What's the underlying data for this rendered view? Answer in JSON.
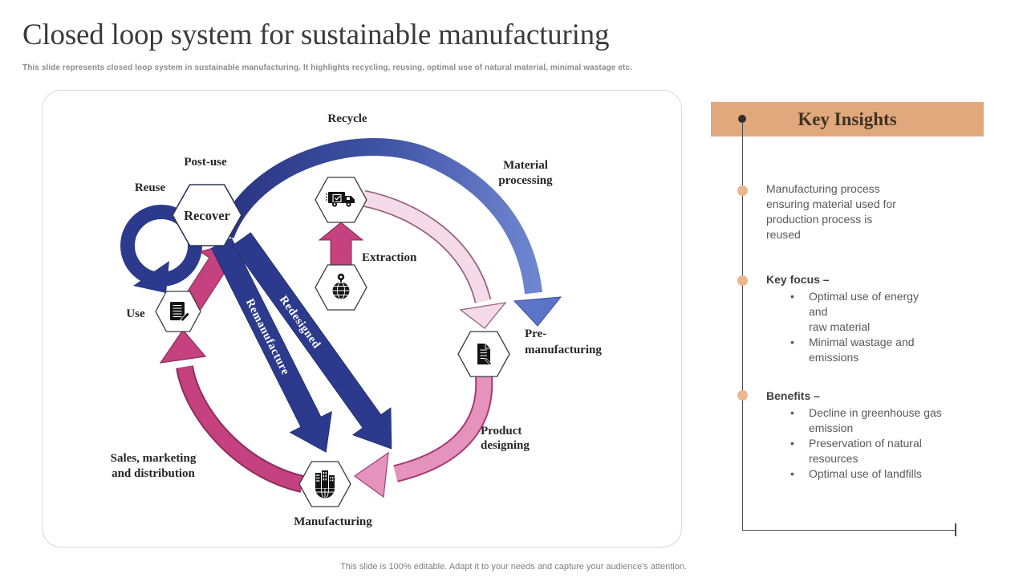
{
  "slide": {
    "title": "Closed loop system for sustainable manufacturing",
    "subtitle": "This slide represents closed loop system in sustainable manufacturing. It highlights recycling, reusing, optimal use of natural material, minimal wastage etc.",
    "footer": "This slide is 100% editable. Adapt it to your needs and capture your audience's attention."
  },
  "diagram": {
    "labels": {
      "recycle": "Recycle",
      "post_use": "Post-use",
      "reuse": "Reuse",
      "recover": "Recover",
      "material_processing_1": "Material",
      "material_processing_2": "processing",
      "extraction": "Extraction",
      "use": "Use",
      "pre_manufacturing_1": "Pre-",
      "pre_manufacturing_2": "manufacturing",
      "redesigned": "Redesigned",
      "remanufacture": "Remanufacture",
      "product_designing_1": "Product",
      "product_designing_2": "designing",
      "sales_1": "Sales, marketing",
      "sales_2": "and distribution",
      "manufacturing": "Manufacturing"
    },
    "icons": [
      "delivery-truck-icon",
      "globe-location-pin-icon",
      "notebook-pencil-icon",
      "document-pen-icon",
      "factory-globe-icon"
    ]
  },
  "key_insights": {
    "title": "Key Insights",
    "bullet_char": "•",
    "intro": "Manufacturing process\nensuring material used for\nproduction process is\nreused",
    "sections": [
      {
        "heading": "Key focus –",
        "bullets": [
          "Optimal use of energy\nand\nraw material",
          "Minimal wastage and\nemissions"
        ]
      },
      {
        "heading": "Benefits –",
        "bullets": [
          "Decline in greenhouse gas\nemission",
          "Preservation of natural\nresources",
          "Optimal use of landfills"
        ]
      }
    ]
  },
  "colors": {
    "accent_tan": "#E1A87C",
    "navy": "#2B3A8C",
    "blue_light": "#8296D6",
    "magenta": "#C5417F",
    "pink": "#E593BD",
    "pink_light": "#F6DFEB"
  }
}
